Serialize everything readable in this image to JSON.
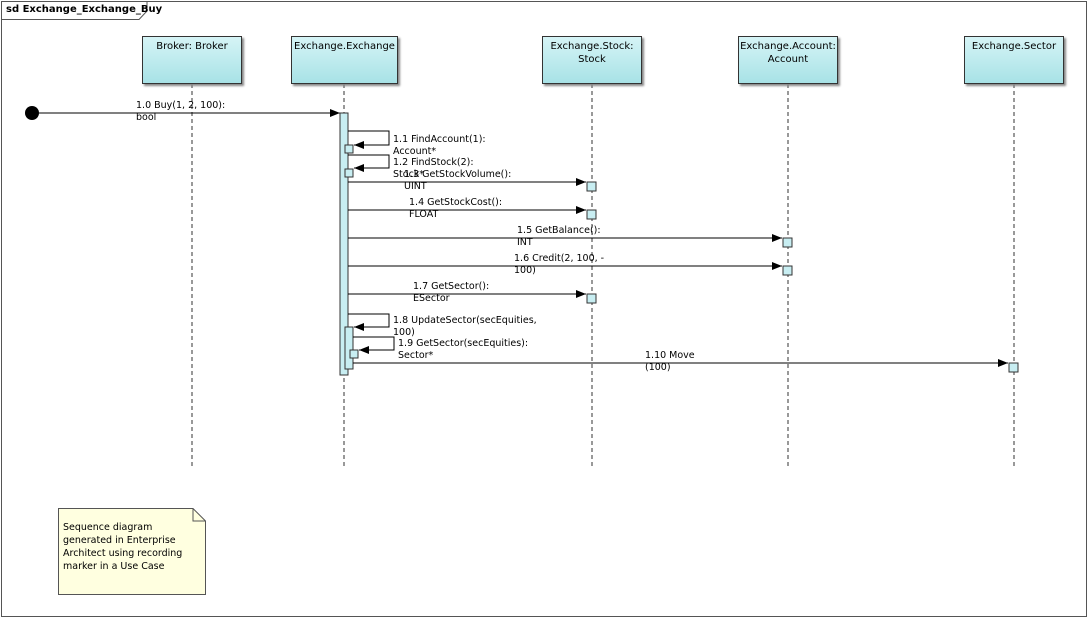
{
  "frame": {
    "title": "sd Exchange_Exchange_Buy"
  },
  "lifelines": [
    {
      "id": "broker",
      "label": "Broker: Broker"
    },
    {
      "id": "exchange",
      "label": "Exchange.Exchange"
    },
    {
      "id": "stock",
      "label": "Exchange.Stock:\nStock"
    },
    {
      "id": "account",
      "label": "Exchange.Account:\nAccount"
    },
    {
      "id": "sector",
      "label": "Exchange.Sector"
    }
  ],
  "messages": [
    {
      "id": "m1_0",
      "text": "1.0 Buy(1, 2, 100):\nbool"
    },
    {
      "id": "m1_1",
      "text": "1.1 FindAccount(1):\nAccount*"
    },
    {
      "id": "m1_2",
      "text": "1.2 FindStock(2):\nStock*"
    },
    {
      "id": "m1_3",
      "text": "1.3 GetStockVolume():\nUINT"
    },
    {
      "id": "m1_4",
      "text": "1.4 GetStockCost():\nFLOAT"
    },
    {
      "id": "m1_5",
      "text": "1.5 GetBalance():\nINT"
    },
    {
      "id": "m1_6",
      "text": "1.6 Credit(2, 100, -\n100)"
    },
    {
      "id": "m1_7",
      "text": "1.7 GetSector():\nESector"
    },
    {
      "id": "m1_8",
      "text": "1.8 UpdateSector(secEquities,\n100)"
    },
    {
      "id": "m1_9",
      "text": "1.9 GetSector(secEquities):\nSector*"
    },
    {
      "id": "m1_10",
      "text": "1.10 Move\n(100)"
    }
  ],
  "note": {
    "text": "Sequence diagram\ngenerated in Enterprise\nArchitect using recording\nmarker in a Use Case"
  },
  "colors": {
    "lifeline_fill": "#b8e8ec",
    "note_fill": "#ffffe0",
    "border": "#333333"
  }
}
